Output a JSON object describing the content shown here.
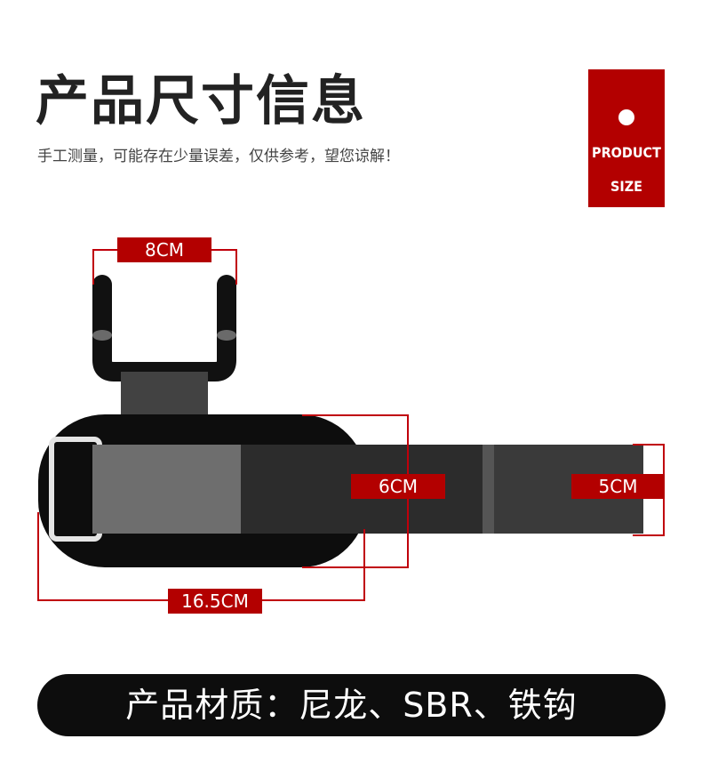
{
  "header": {
    "title": "产品尺寸信息",
    "subtitle": "手工测量，可能存在少量误差，仅供参考，望您谅解！"
  },
  "badge": {
    "line1": "PRODUCT",
    "line2": "SIZE"
  },
  "dimensions": {
    "hook_width": "8CM",
    "pad_height": "6CM",
    "strap_width": "5CM",
    "pad_length": "16.5CM"
  },
  "material": {
    "text": "产品材质：尼龙、SBR、铁钩"
  },
  "colors": {
    "accent": "#b30000",
    "dark": "#0d0d0d",
    "strap_gray": "#6e6e6e",
    "strap_dark": "#2a2a2a"
  }
}
